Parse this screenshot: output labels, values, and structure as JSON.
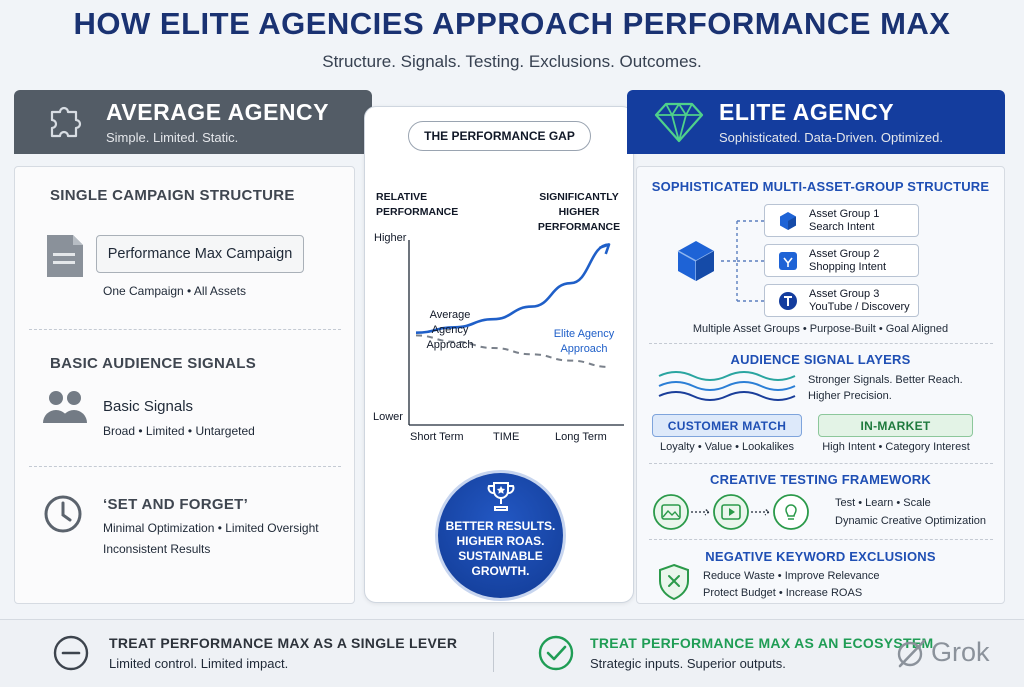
{
  "header": {
    "title": "HOW ELITE AGENCIES APPROACH PERFORMANCE MAX",
    "subtitle": "Structure. Signals. Testing. Exclusions. Outcomes."
  },
  "average": {
    "title": "AVERAGE AGENCY",
    "subtitle": "Simple. Limited. Static.",
    "icon": "puzzle-piece-icon",
    "sections": {
      "structure": {
        "title": "SINGLE CAMPAIGN STRUCTURE",
        "campaign_label": "Performance Max Campaign",
        "caption": "One Campaign • All Assets"
      },
      "signals": {
        "title": "BASIC AUDIENCE SIGNALS",
        "label": "Basic Signals",
        "caption": "Broad • Limited • Untargeted"
      },
      "optimization": {
        "title": "‘SET AND FORGET’",
        "line1": "Minimal Optimization • Limited Oversight",
        "line2": "Inconsistent Results"
      }
    }
  },
  "center": {
    "badge": "THE PERFORMANCE GAP",
    "chart_data": {
      "type": "line",
      "ylabel": "RELATIVE PERFORMANCE",
      "y_high": "Higher",
      "y_low": "Lower",
      "xlabel": "TIME",
      "x_start": "Short Term",
      "x_end": "Long Term",
      "annotation_top_line1": "SIGNIFICANTLY",
      "annotation_top_line2": "HIGHER",
      "annotation_top_line3": "PERFORMANCE",
      "series": [
        {
          "name_line1": "Average",
          "name_line2": "Agency",
          "name_line3": "Approach",
          "color": "#7a818b",
          "style": "dashed",
          "values": [
            0.44,
            0.37,
            0.3,
            0.23,
            0.16,
            0.09
          ]
        },
        {
          "name_line1": "Elite Agency",
          "name_line2": "Approach",
          "color": "#1f5fc8",
          "style": "solid",
          "values": [
            0.47,
            0.53,
            0.62,
            0.76,
            1.02,
            1.45
          ]
        }
      ]
    },
    "result_line1": "BETTER RESULTS.",
    "result_line2": "HIGHER ROAS.",
    "result_line3": "SUSTAINABLE",
    "result_line4": "GROWTH."
  },
  "elite": {
    "title": "ELITE AGENCY",
    "subtitle": "Sophisticated. Data-Driven. Optimized.",
    "icon": "diamond-icon",
    "structure": {
      "title": "SOPHISTICATED MULTI-ASSET-GROUP STRUCTURE",
      "groups": [
        {
          "name": "Asset Group 1",
          "sub": "Search Intent",
          "icon": "cube-icon"
        },
        {
          "name": "Asset Group 2",
          "sub": "Shopping Intent",
          "icon": "shopping-bag-icon"
        },
        {
          "name": "Asset Group 3",
          "sub": "YouTube / Discovery",
          "icon": "t-badge-icon"
        }
      ],
      "caption": "Multiple Asset Groups • Purpose-Built • Goal Aligned"
    },
    "signals": {
      "title": "AUDIENCE SIGNAL LAYERS",
      "line1": "Stronger Signals. Better Reach.",
      "line2": "Higher Precision.",
      "customer_match": "CUSTOMER MATCH",
      "customer_match_sub": "Loyalty • Value • Lookalikes",
      "in_market": "IN-MARKET",
      "in_market_sub": "High Intent • Category Interest"
    },
    "testing": {
      "title": "CREATIVE TESTING FRAMEWORK",
      "line1": "Test • Learn • Scale",
      "line2": "Dynamic Creative Optimization"
    },
    "exclusions": {
      "title": "NEGATIVE KEYWORD EXCLUSIONS",
      "line1": "Reduce Waste • Improve Relevance",
      "line2": "Protect Budget • Increase ROAS"
    }
  },
  "footer": {
    "left_title": "TREAT PERFORMANCE MAX AS A SINGLE LEVER",
    "left_sub": "Limited control. Limited impact.",
    "right_title": "TREAT PERFORMANCE MAX AS AN ECOSYSTEM",
    "right_sub": "Strategic inputs. Superior outputs.",
    "watermark": "Grok"
  },
  "colors": {
    "navy": "#1a3272",
    "elite_blue": "#143d9e",
    "average_gray": "#535c66",
    "green": "#1f9d55"
  }
}
